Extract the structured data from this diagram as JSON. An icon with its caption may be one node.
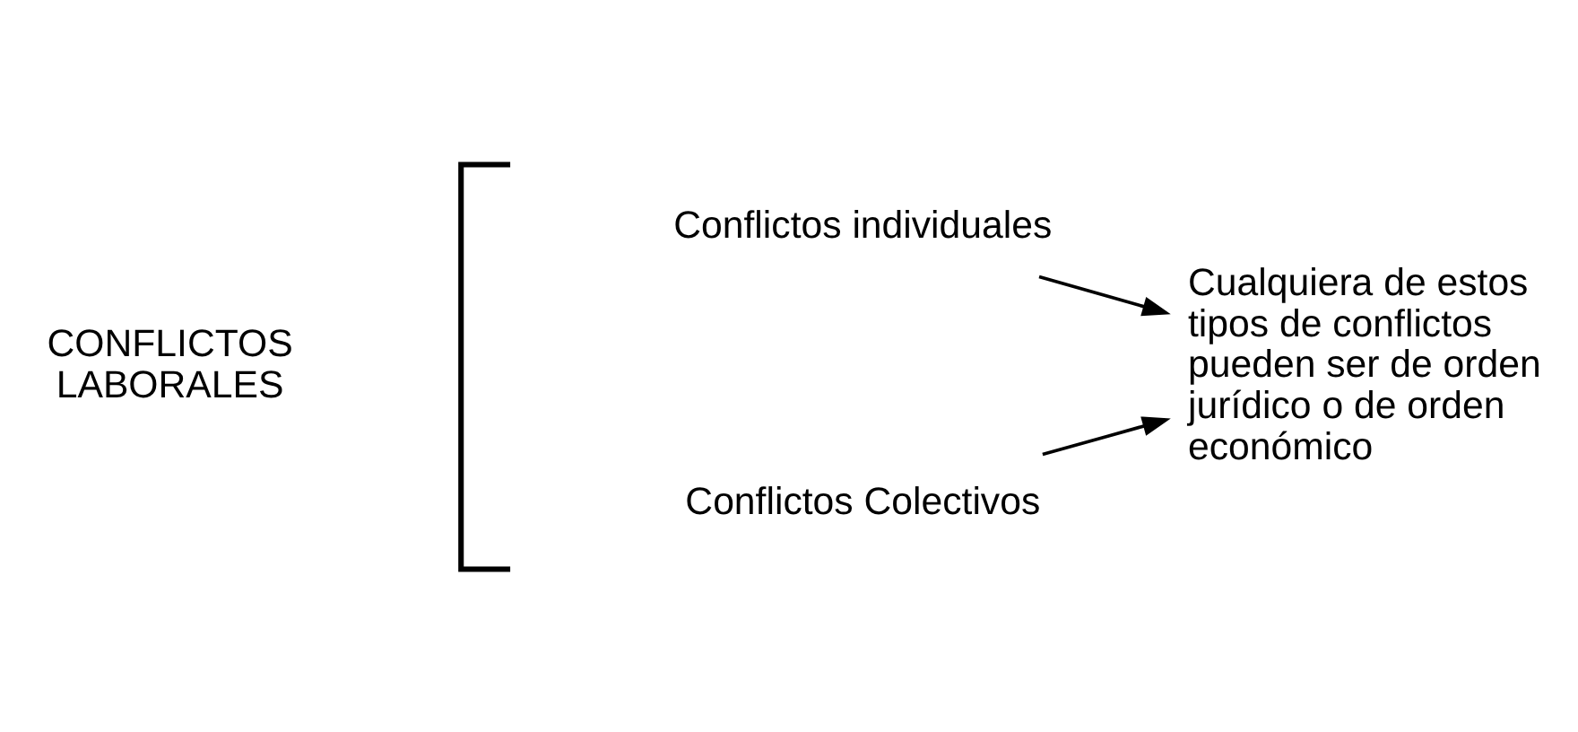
{
  "diagram": {
    "nodes": [
      {
        "text": [
          "CONFLICTOS LABORALES"
        ]
      },
      {
        "text": [
          "Conflictos individuales"
        ]
      },
      {
        "text": [
          "Conflictos Colectivos"
        ]
      },
      {
        "text": [
          "Cualquiera de estos tipos de conflictos pueden ser de orden jurídico o de orden económico"
        ]
      }
    ],
    "edges": [
      {
        "from": 1,
        "to": 3,
        "arrow": "to"
      },
      {
        "from": 2,
        "to": 3,
        "arrow": "to"
      }
    ]
  }
}
